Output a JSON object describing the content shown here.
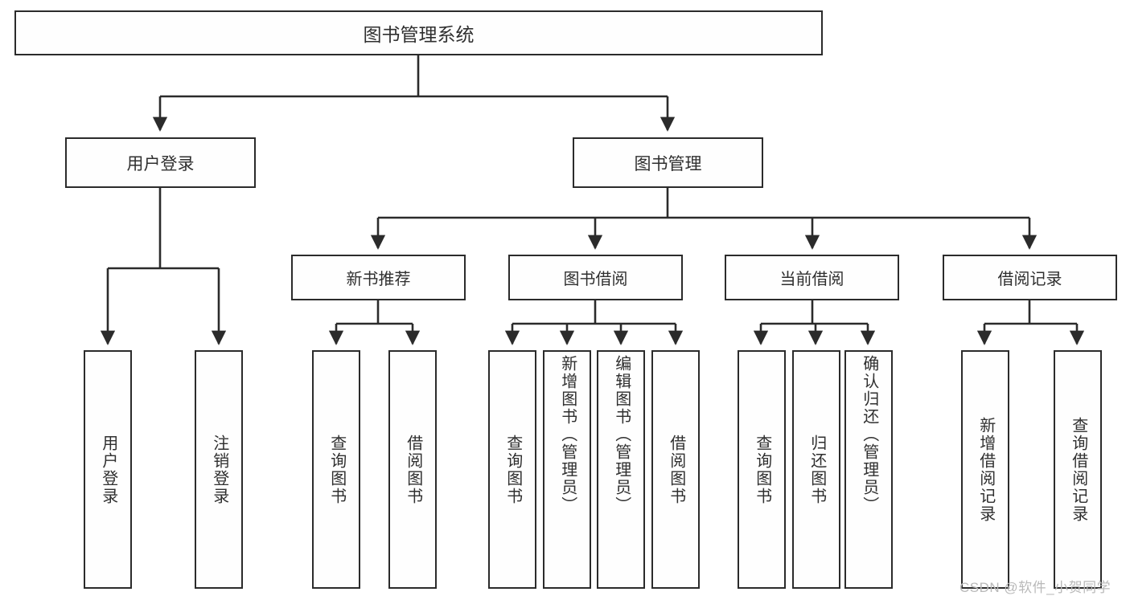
{
  "diagram": {
    "title_node": {
      "label": "图书管理系统"
    },
    "level2": [
      {
        "id": "user-login",
        "label": "用户登录"
      },
      {
        "id": "book-manage",
        "label": "图书管理"
      }
    ],
    "level3": [
      {
        "id": "new-book-recommend",
        "label": "新书推荐"
      },
      {
        "id": "book-borrow",
        "label": "图书借阅"
      },
      {
        "id": "current-borrow",
        "label": "当前借阅"
      },
      {
        "id": "borrow-record",
        "label": "借阅记录"
      }
    ],
    "leaves": [
      {
        "id": "leaf-user-login",
        "label": "用户登录"
      },
      {
        "id": "leaf-user-logout",
        "label": "注销登录"
      },
      {
        "id": "leaf-query-book-1",
        "label": "查询图书"
      },
      {
        "id": "leaf-borrow-book-1",
        "label": "借阅图书"
      },
      {
        "id": "leaf-query-book-2",
        "label": "查询图书"
      },
      {
        "id": "leaf-add-book-admin",
        "label": "新增图书（管理员）"
      },
      {
        "id": "leaf-edit-book-admin",
        "label": "编辑图书（管理员）"
      },
      {
        "id": "leaf-borrow-book-2",
        "label": "借阅图书"
      },
      {
        "id": "leaf-query-book-3",
        "label": "查询图书"
      },
      {
        "id": "leaf-return-book",
        "label": "归还图书"
      },
      {
        "id": "leaf-confirm-return-admin",
        "label": "确认归还（管理员）"
      },
      {
        "id": "leaf-add-borrow-record",
        "label": "新增借阅记录"
      },
      {
        "id": "leaf-query-borrow-record",
        "label": "查询借阅记录"
      }
    ],
    "watermark": "CSDN @软件_小贺同学",
    "colors": {
      "stroke": "#2b2b2b",
      "text": "#2f2f2f",
      "background": "#ffffff",
      "watermark": "#b9b9b9"
    }
  }
}
